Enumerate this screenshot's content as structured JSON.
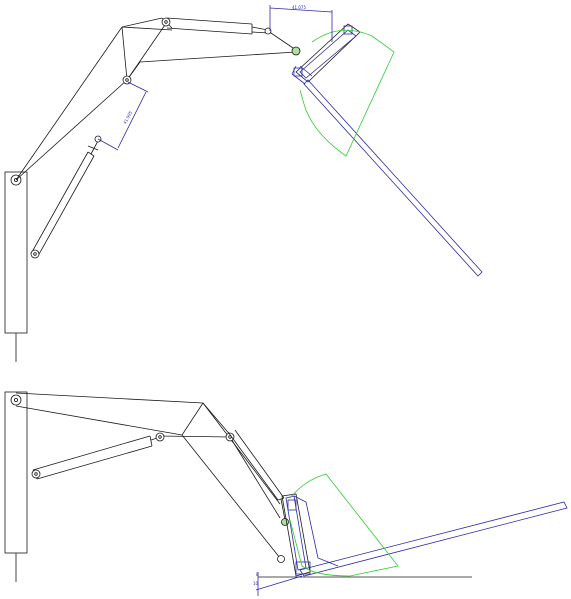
{
  "figures": [
    {
      "view": "raised",
      "dimensions": [
        {
          "id": "dim-top",
          "text": "41.075"
        },
        {
          "id": "dim-side",
          "text": "41.995"
        }
      ]
    },
    {
      "view": "lowered",
      "dimensions": [
        {
          "id": "dim-small-1",
          "text": "10"
        },
        {
          "id": "dim-small-2",
          "text": "8"
        }
      ]
    }
  ],
  "colors": {
    "frame": "#1a1a1a",
    "attachment": "#2a2aa8",
    "bucket": "#33cc33"
  }
}
